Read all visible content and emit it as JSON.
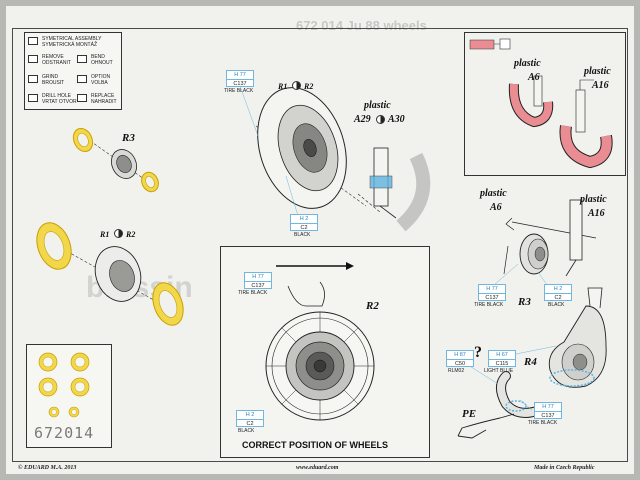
{
  "legend": {
    "symmetrical_en": "SYMETRICAL ASSEMBLY",
    "symmetrical_cz": "SYMETRICKÁ MONTÁŽ",
    "remove_en": "REMOVE",
    "remove_cz": "ODSTRANIT",
    "bend_en": "BEND",
    "bend_cz": "OHNOUT",
    "grind_en": "GRIND",
    "grind_cz": "BROUSIT",
    "option_en": "OPTION",
    "option_cz": "VOLBA",
    "drill_en": "DRILL HOLE",
    "drill_cz": "VRTAT OTVOR",
    "replace_en": "REPLACE",
    "replace_cz": "NAHRADIT"
  },
  "parts": {
    "r3_left": "R3",
    "r1_mid": "R1",
    "r2_mid": "R2",
    "r1_top": "R1",
    "r2_top": "R2",
    "plastic_a29": "plastic",
    "a29": "A29",
    "a30": "A30",
    "plastic_a6_top": "plastic",
    "a6_top": "A6",
    "plastic_a16_top": "plastic",
    "a16_top": "A16",
    "plastic_a6_right": "plastic",
    "a6_right": "A6",
    "plastic_a16_right": "plastic",
    "a16_right": "A16",
    "r3_right": "R3",
    "r2_center": "R2",
    "r4": "R4",
    "pe": "PE",
    "question": "?"
  },
  "codes": {
    "h77_top": {
      "top": "H 77",
      "bot": "C137",
      "sub": "TIRE BLACK"
    },
    "h2_top": {
      "top": "H 2",
      "bot": "C2",
      "sub": "BLACK"
    },
    "h77_center": {
      "top": "H 77",
      "bot": "C137",
      "sub": "TIRE BLACK"
    },
    "h2_center": {
      "top": "H 2",
      "bot": "C2",
      "sub": "BLACK"
    },
    "h77_right": {
      "top": "H 77",
      "bot": "C137",
      "sub": "TIRE BLACK"
    },
    "h2_right": {
      "top": "H 2",
      "bot": "C2",
      "sub": "BLACK"
    },
    "h87": {
      "top": "H 87",
      "bot": "C50",
      "sub": "RLM02"
    },
    "h67": {
      "top": "H 67",
      "bot": "C115",
      "sub": "LIGHT BLUE"
    },
    "h77_bottom": {
      "top": "H 77",
      "bot": "C137",
      "sub": "TIRE BLACK"
    }
  },
  "correct_position": "CORRECT POSITION OF WHEELS",
  "sheet_number": "672014",
  "footer": {
    "copyright": "© EDUARD M.A. 2013",
    "website": "www.eduard.com",
    "made_in": "Made in Czech Republic"
  },
  "colors": {
    "mask_yellow": "#f2d74a",
    "mask_outline": "#c8a000",
    "pink": "#e98d92",
    "code_blue": "#2d83c1",
    "ring_blue": "#5fb3e0"
  }
}
